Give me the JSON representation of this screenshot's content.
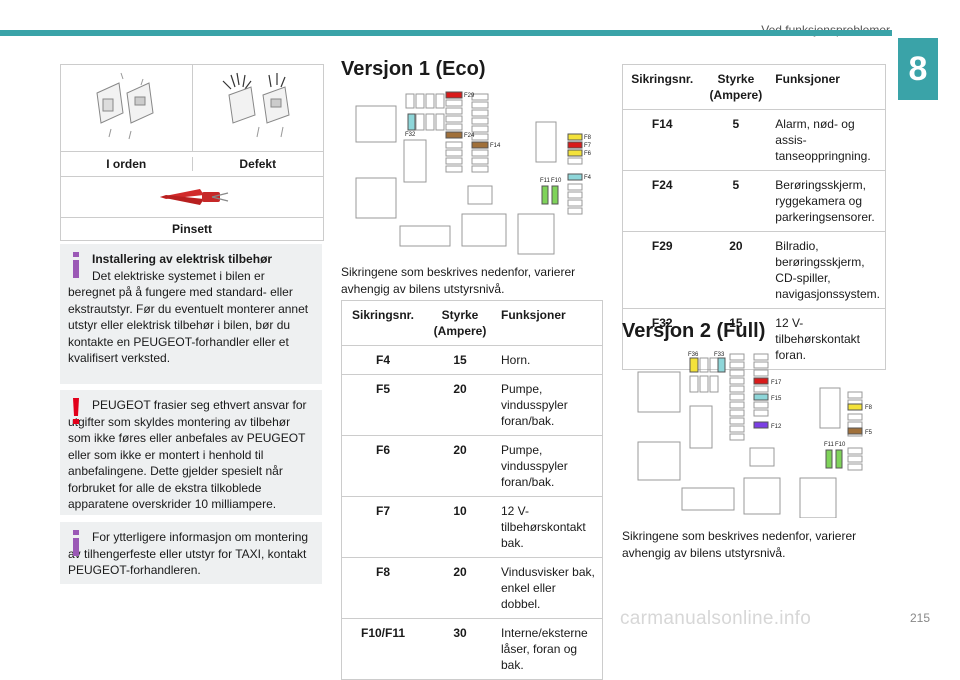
{
  "header": {
    "section_title": "Ved funksjonsproblemer",
    "chapter": "8",
    "page_number": "215"
  },
  "watermark": "carmanualsonline.info",
  "fuse_condition_table": {
    "ok_label": "I orden",
    "defect_label": "Defekt",
    "tool_label": "Pinsett"
  },
  "info_boxes": [
    {
      "icon": "info-icon",
      "title": "Installering av elektrisk tilbehør",
      "text": "Det elektriske systemet i bilen er beregnet på å fungere med standard- eller ekstrautstyr. Før du eventuelt monterer annet utstyr eller elektrisk tilbehør i bilen, bør du kontakte en PEUGEOT-forhandler eller et kvalifisert verksted."
    },
    {
      "icon": "warning-icon",
      "text": "PEUGEOT frasier seg ethvert ansvar for utgifter som skyldes montering av tilbehør som ikke føres eller anbefales av PEUGEOT eller som ikke er montert i henhold til anbefalingene. Dette gjelder spesielt når forbruket for alle de ekstra tilkoblede apparatene overskrider 10 milliampere."
    },
    {
      "icon": "info-icon",
      "text": "For ytterligere informasjon om montering av tilhengerfeste eller utstyr for TAXI, kontakt PEUGEOT-forhandleren."
    }
  ],
  "version1": {
    "title": "Versjon 1 (Eco)",
    "diagram_labels": [
      "F29",
      "F32",
      "F24",
      "F14",
      "F8",
      "F7",
      "F6",
      "F4",
      "F11",
      "F10"
    ],
    "intro": "Sikringene som beskrives nedenfor, varierer avhengig av bilens utstyrsnivå.",
    "columns": [
      "Sikringsnr.",
      "Styrke (Ampere)",
      "Funksjoner"
    ],
    "rows_a": [
      [
        "F4",
        "15",
        "Horn."
      ],
      [
        "F5",
        "20",
        "Pumpe, vindusspyler foran/bak."
      ],
      [
        "F6",
        "20",
        "Pumpe, vindusspyler foran/bak."
      ],
      [
        "F7",
        "10",
        "12 V- tilbehørskontakt bak."
      ],
      [
        "F8",
        "20",
        "Vindusvisker bak, enkel eller dobbel."
      ],
      [
        "F10/F11",
        "30",
        "Interne/eksterne låser, foran og bak."
      ]
    ],
    "rows_b": [
      [
        "F14",
        "5",
        "Alarm, nød- og assis-tanseoppringning."
      ],
      [
        "F24",
        "5",
        "Berøringsskjerm, ryggekamera og parkeringsensorer."
      ],
      [
        "F29",
        "20",
        "Bilradio, berøringsskjerm, CD-spiller, navigasjonssystem."
      ],
      [
        "F32",
        "15",
        "12 V-tilbehørskontakt foran."
      ]
    ]
  },
  "version2": {
    "title": "Versjon 2 (Full)",
    "diagram_labels": [
      "F36",
      "F33",
      "F17",
      "F15",
      "F12",
      "F8",
      "F5",
      "F11",
      "F10"
    ],
    "intro": "Sikringene som beskrives nedenfor, varierer avhengig av bilens utstyrsnivå."
  },
  "colors": {
    "accent": "#3aa3a8",
    "box_bg": "#eef0f1",
    "info_icon": "#9b59b6",
    "warning_icon": "#e2001a"
  }
}
